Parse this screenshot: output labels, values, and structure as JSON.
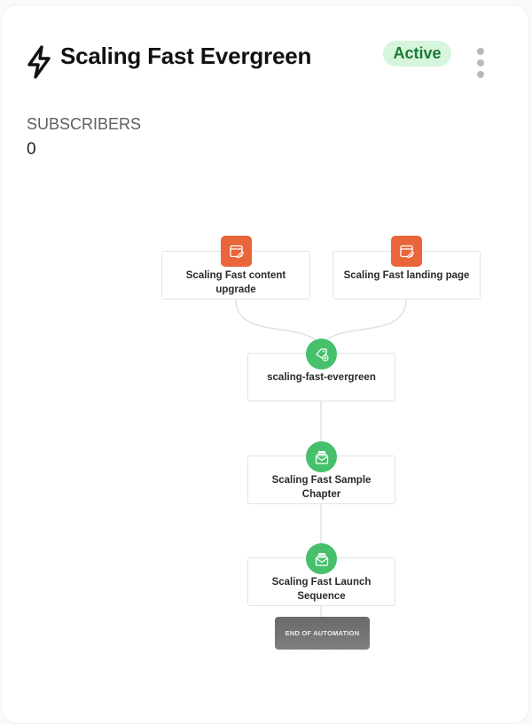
{
  "header": {
    "title": "Scaling Fast Evergreen",
    "status_badge": "Active",
    "icon": "lightning-bolt-icon",
    "menu_icon": "kebab-menu-icon"
  },
  "stats": {
    "label": "SUBSCRIBERS",
    "value": "0"
  },
  "colors": {
    "entry_icon_bg": "#e8663a",
    "step_icon_bg": "#46c06b",
    "badge_bg": "#d6f5dc",
    "badge_text": "#1a7a33",
    "end_box_bg": "#727272"
  },
  "flow": {
    "entry_points": [
      {
        "label": "Scaling Fast content upgrade",
        "icon": "form-edit-icon"
      },
      {
        "label": "Scaling Fast landing page",
        "icon": "form-edit-icon"
      }
    ],
    "steps": [
      {
        "label": "scaling-fast-evergreen",
        "icon": "tag-add-icon"
      },
      {
        "label": "Scaling Fast Sample Chapter",
        "icon": "email-sequence-icon"
      },
      {
        "label": "Scaling Fast Launch Sequence",
        "icon": "email-sequence-icon"
      }
    ],
    "end_label": "END OF AUTOMATION"
  }
}
